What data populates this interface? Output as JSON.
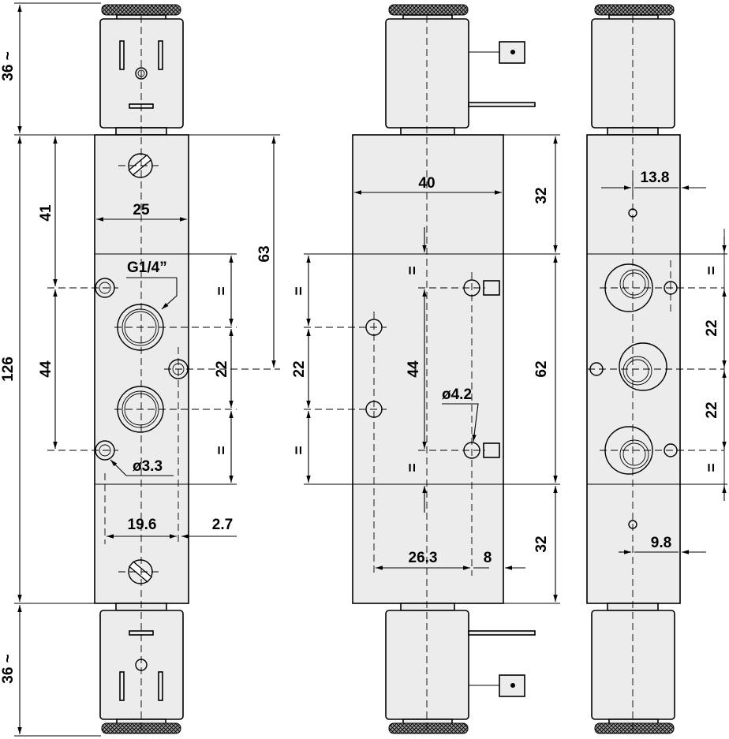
{
  "dimensions": {
    "left_view": {
      "coil_top_height": "36 ~",
      "overall_height": "126",
      "coil_bottom_height": "36 ~",
      "port_to_top": "41",
      "port_spacing": "44",
      "width": "25",
      "total_to_port": "63",
      "thread": "G1/4”",
      "side_spacing": "22",
      "equal_top": "=",
      "equal_bottom": "=",
      "mount_hole": "ø3.3",
      "port_offset": "19.6",
      "side_offset": "2.7"
    },
    "middle_view": {
      "width": "40",
      "end_height_top": "32",
      "center_height": "62",
      "end_height_bottom": "32",
      "port_spacing": "44",
      "side_spacing": "22",
      "equal_left_top": "=",
      "equal_left_bottom": "=",
      "equal_mid_top": "=",
      "equal_mid_bottom": "=",
      "mount_hole": "ø4.2",
      "hole_offset": "26.3",
      "hole_edge": "8"
    },
    "right_view": {
      "top_offset": "13.8",
      "bottom_offset": "9.8",
      "spacing_upper": "22",
      "spacing_lower": "22",
      "equal_top": "=",
      "equal_bottom": "="
    }
  }
}
